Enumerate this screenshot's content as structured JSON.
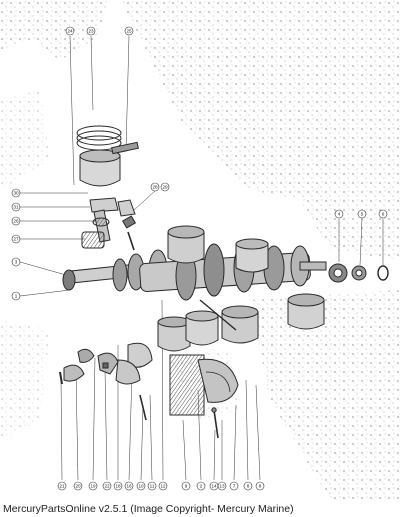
{
  "diagram": {
    "callouts": {
      "c24": "24",
      "c23": "23",
      "c25": "25",
      "c30": "30",
      "c31": "31",
      "c26": "26",
      "c27": "27",
      "c28": "28",
      "c29": "29",
      "c3": "3",
      "c1": "1",
      "c4": "4",
      "c5": "5",
      "c6": "6",
      "b21": "21",
      "b20": "20",
      "b19": "19",
      "b22": "22",
      "b18": "18",
      "b16": "16",
      "b10": "10",
      "b11": "11",
      "b12": "12",
      "b9": "9",
      "b2": "2",
      "b14": "14",
      "b13": "13",
      "b7": "7",
      "b8": "8",
      "b8b": "8"
    },
    "colors": {
      "ink": "#2a2a2a",
      "grime": "#8f8f8f",
      "paper": "#ffffff"
    }
  },
  "footer": {
    "caption": "MercuryPartsOnline v2.5.1 (Image Copyright- Mercury Marine)"
  }
}
